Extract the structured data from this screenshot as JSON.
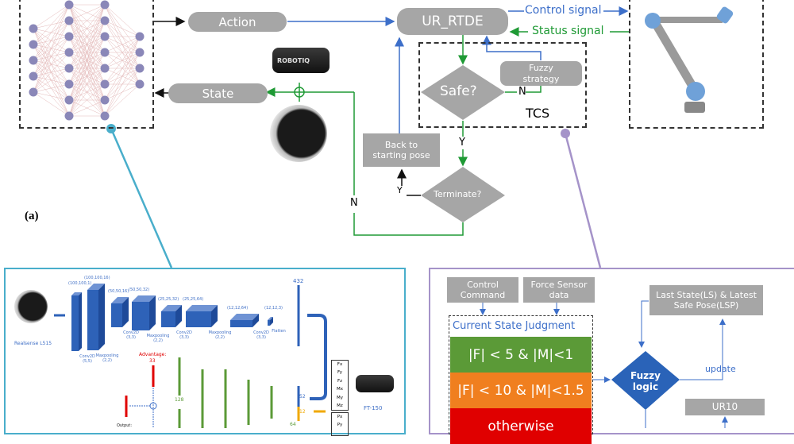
{
  "figure_label": "(a)",
  "top": {
    "action_label": "Action",
    "state_label": "State",
    "ur_rtde_label": "UR_RTDE",
    "control_signal": "Control signal",
    "status_signal": "Status signal",
    "safe_label": "Safe?",
    "fuzzy_strategy": "Fuzzy strategy",
    "tcs_label": "TCS",
    "back_to_start": "Back to starting pose",
    "terminate_label": "Terminate?",
    "yes": "Y",
    "no": "N",
    "robotiq_text": "ROBOTIQ"
  },
  "network_panel": {
    "camera_label": "Realsense L515",
    "layers": [
      {
        "shape": "(100,100,1)",
        "op": "Conv2D (5,5)"
      },
      {
        "shape": "(100,100,16)",
        "op": "Maxpooling (2,2)"
      },
      {
        "shape": "(50,50,16)",
        "op": "Conv2D (3,3)"
      },
      {
        "shape": "(50,50,32)",
        "op": "Maxpooling (2,2)"
      },
      {
        "shape": "(25,25,32)",
        "op": "Conv2D (3,3)"
      },
      {
        "shape": "(25,25,64)",
        "op": "Maxpooling (2,2)"
      },
      {
        "shape": "(12,12,64)",
        "op": "Conv2D (3,3)"
      },
      {
        "shape": "(12,12,3)",
        "op": "Flatten"
      }
    ],
    "flatten_size": "432",
    "advantage_label": "Advantage:",
    "advantage_value": "33",
    "dense_label": "128",
    "merge_52": "52",
    "merge_12": "12",
    "merge_64": "64",
    "output_label": "Output:",
    "force_inputs": [
      "Fx",
      "Fy",
      "Fz",
      "Mx",
      "My",
      "Mz"
    ],
    "pose_inputs": [
      "Px",
      "Py"
    ],
    "sensor_label": "FT-150"
  },
  "tcs_panel": {
    "control_command": "Control Command",
    "force_sensor_data": "Force Sensor data",
    "csj_title": "Current State Judgment",
    "rows": [
      {
        "text": "|F| < 5 & |M|<1",
        "color": "#5b9a37"
      },
      {
        "text": "|F| < 10 & |M|<1.5",
        "color": "#f07f1f"
      },
      {
        "text": "otherwise",
        "color": "#e00000"
      }
    ],
    "last_state": "Last State(LS) & Latest Safe Pose(LSP)",
    "fuzzy_logic": "Fuzzy logic",
    "update_label": "update",
    "ur10_label": "UR10"
  },
  "colors": {
    "blue_arrow": "#3d6fc9",
    "green_arrow": "#1f9a35",
    "teal_connector": "#49aecb",
    "purple_connector": "#a593c9",
    "node_purple": "#8a87b8",
    "grey_box": "#a6a6a6"
  }
}
